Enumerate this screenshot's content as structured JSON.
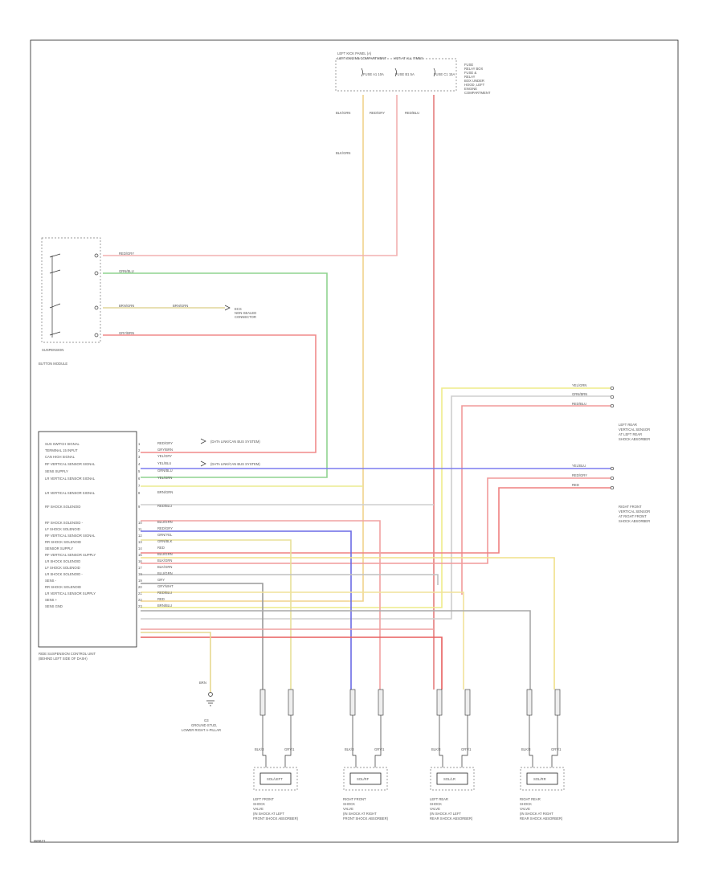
{
  "fuse_box": {
    "title_line1": "LEFT KICK PANEL (A)",
    "title_line2": "LEFT ENGINE COMPARTMENT",
    "title_hot": "HOT AT ALL TIMES",
    "fuse_a": "FUSE A1 10A",
    "fuse_b": "FUSE B1 5A",
    "fuse_c": "FUSE C1 15A",
    "side_note": [
      "FUSE",
      "RELAY BOX",
      "FUSE &",
      "RELAY",
      "BOX UNDER",
      "HOOD, LEFT",
      "ENGINE",
      "COMPARTMENT"
    ]
  },
  "fuse_wires": [
    "BLK/GRN",
    "RED/GRY",
    "RED/BLU"
  ],
  "fuse_wire_mid": "BLK/GRN",
  "switch": {
    "label": "SUSPENSION",
    "label2": "BUTTON MODULE",
    "wires": [
      "RED/GRY",
      "GRN/BLU",
      "BRN/GRN",
      "GRY/BRN"
    ],
    "wire_ext": "BRN/GRN",
    "ext_note": [
      "ECS",
      "NON-SEALED",
      "CONNECTOR"
    ]
  },
  "module": {
    "label1": "RIDE SUSPENSION CONTROL UNIT",
    "label2": "(BEHIND LEFT SIDE OF DASH)",
    "pins": [
      {
        "name": "SUS SWITCH SIGNAL",
        "num": "1",
        "wire": "RED/GRY",
        "color": "#ef8f8f"
      },
      {
        "name": "TERMINAL 15 INPUT",
        "num": "2",
        "wire": "GRY/BRN",
        "color": "#f09090"
      },
      {
        "name": "CAN HIGH SIGNAL",
        "num": "3",
        "wire": "YEL/GRY",
        "color": "#cfcfcf"
      },
      {
        "name": "RF VERTICAL SENSOR SIGNAL",
        "num": "4",
        "wire": "YEL/BLU",
        "color": "#7f7fef"
      },
      {
        "name": "SENS SUPPLY",
        "num": "5",
        "wire": "GRN/BLU",
        "color": "#8fd08f"
      },
      {
        "name": "LR VERTICAL SENSOR SIGNAL",
        "num": "6",
        "wire": "YEL/GRN",
        "color": "#ecec90"
      },
      {
        "name": "",
        "num": "7",
        "wire": "",
        "color": ""
      },
      {
        "name": "LR VERTICAL SENSOR SIGNAL",
        "num": "8",
        "wire": "BRN/GRN",
        "color": "#cfcfcf"
      },
      {
        "name": "",
        "num": "",
        "wire": "",
        "color": ""
      },
      {
        "name": "RF SHOCK SOLENOID",
        "num": "9",
        "wire": "RED/BLU",
        "color": "#ef9f9f"
      },
      {
        "name": "RF SHOCK SOLENOID -",
        "num": "10",
        "wire": "BLU/GRN",
        "color": "#8080ef"
      },
      {
        "name": "LF SHOCK SOLENOID",
        "num": "11",
        "wire": "RED/GRY",
        "color": "#ef9f9f"
      },
      {
        "name": "RF VERTICAL SENSOR SIGNAL",
        "num": "12",
        "wire": "GRN/YEL",
        "color": "#e0e080"
      },
      {
        "name": "RR SHOCK SOLENOID",
        "num": "13",
        "wire": "GRN/BLK",
        "color": "#f0f080"
      },
      {
        "name": "SENSOR SUPPLY",
        "num": "14",
        "wire": "RED",
        "color": "#ef8f8f"
      },
      {
        "name": "RF VERTICAL SENSOR SUPPLY",
        "num": "15",
        "wire": "BLU/GRN",
        "color": "#b0b0b0"
      },
      {
        "name": "LR SHOCK SOLENOID",
        "num": "16",
        "wire": "BLK/GRN",
        "color": "#c0c0c0"
      },
      {
        "name": "LF SHOCK SOLENOID",
        "num": "17",
        "wire": "BLK/GRN",
        "color": "#ecec90"
      },
      {
        "name": "LR SHOCK SOLENOID -",
        "num": "18",
        "wire": "BLU/GRN",
        "color": "#cfcfcf"
      },
      {
        "name": "SENS -",
        "num": "19",
        "wire": "GRY",
        "color": "#b0b0b0"
      },
      {
        "name": "RR SHOCK SOLENOID",
        "num": "20",
        "wire": "GRY/WHT",
        "color": "#c0c0c0"
      },
      {
        "name": "LR VERTICAL SENSOR SUPPLY",
        "num": "21",
        "wire": "RED/BLU",
        "color": "#ef9f9f"
      },
      {
        "name": "SENS +",
        "num": "22",
        "wire": "RED",
        "color": "#ef8f8f"
      },
      {
        "name": "SENS GND",
        "num": "23",
        "wire": "BRN/BLU",
        "color": "#e09090"
      }
    ]
  },
  "can_notes": [
    "(DATA LINK/CAN BUS SYSTEM)",
    "(DATA LINK/CAN BUS SYSTEM)"
  ],
  "left_sensor": {
    "wires": [
      "YEL/GRN",
      "GRN/BRN",
      "RED/BLU"
    ],
    "label": [
      "LEFT REAR",
      "VERTICAL SENSOR",
      "AT LEFT REAR",
      "SHOCK ABSORBER"
    ]
  },
  "right_sensor": {
    "wires": [
      "YEL/BLU",
      "RED/GRY",
      "RED"
    ],
    "label": [
      "RIGHT FRONT",
      "VERTICAL SENSOR",
      "AT RIGHT FRONT",
      "SHOCK ABSORBER"
    ]
  },
  "ground": {
    "wire": "BRN",
    "label": [
      "G3",
      "GROUND STUD,",
      "LOWER RIGHT A-PILLAR"
    ]
  },
  "solenoids": [
    {
      "name": "LEFT FRONT",
      "sub": "SHOCK",
      "sub2": "VALVE",
      "loc1": "(IN SHOCK AT LEFT",
      "loc2": "FRONT SHOCK ABSORBER)",
      "pins": [
        "BLK/3",
        "GRY/1"
      ],
      "box": "SOL/LEFT"
    },
    {
      "name": "RIGHT FRONT",
      "sub": "SHOCK",
      "sub2": "VALVE",
      "loc1": "(IN SHOCK AT RIGHT",
      "loc2": "FRONT SHOCK ABSORBER)",
      "pins": [
        "BLK/3",
        "GRY/1"
      ],
      "box": "SOL/RF"
    },
    {
      "name": "LEFT REAR",
      "sub": "SHOCK",
      "sub2": "VALVE",
      "loc1": "(IN SHOCK AT LEFT",
      "loc2": "REAR SHOCK ABSORBER)",
      "pins": [
        "BLK/3",
        "GRY/1"
      ],
      "box": "SOL/LR"
    },
    {
      "name": "RIGHT REAR",
      "sub": "SHOCK",
      "sub2": "VALVE",
      "loc1": "(IN SHOCK AT RIGHT",
      "loc2": "REAR SHOCK ABSORBER)",
      "pins": [
        "BLK/3",
        "GRY/1"
      ],
      "box": "SOL/RR"
    }
  ],
  "footer_code": "W6621"
}
